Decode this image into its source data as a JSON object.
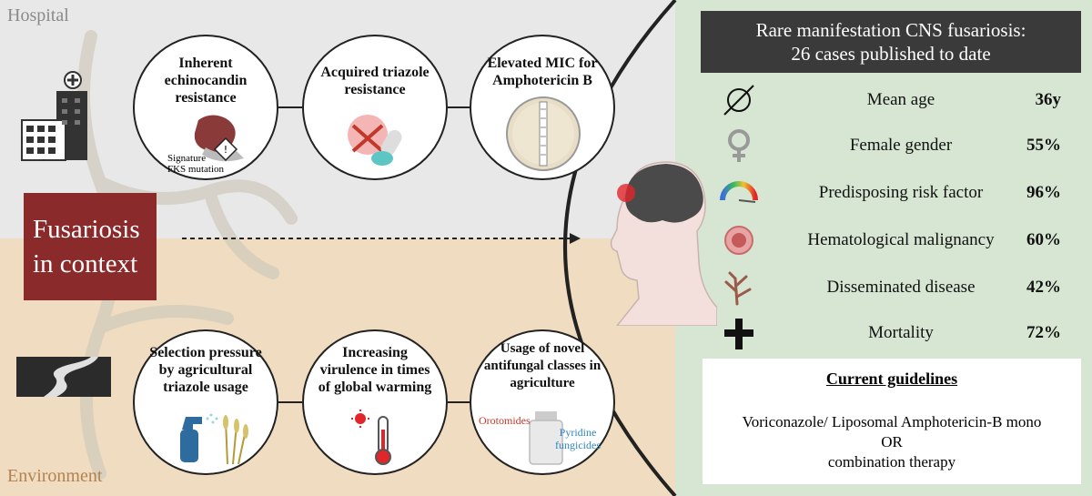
{
  "zones": {
    "hospital": "Hospital",
    "environment": "Environment"
  },
  "context_box": {
    "line1": "Fusariosis",
    "line2": "in context"
  },
  "hospital_circles": [
    {
      "text": "Inherent echinocandin resistance",
      "sub": [
        "Signature",
        "FKS mutation"
      ]
    },
    {
      "text": "Acquired triazole resistance"
    },
    {
      "text": "Elevated MIC for Amphotericin B"
    }
  ],
  "environment_circles": [
    {
      "text": "Selection pressure by agricultural triazole usage"
    },
    {
      "text": "Increasing virulence in times of global warming"
    },
    {
      "text": "Usage of novel antifungal classes in agriculture",
      "sub_left": "Orotomides",
      "sub_right": [
        "Pyridine",
        "fungicides"
      ]
    }
  ],
  "panel": {
    "title_lines": [
      "Rare manifestation CNS fusariosis:",
      "26 cases published to date"
    ],
    "stats": [
      {
        "label": "Mean age",
        "value": "36y",
        "icon": "diameter-icon"
      },
      {
        "label": "Female gender",
        "value": "55%",
        "icon": "female-symbol-icon"
      },
      {
        "label": "Predisposing risk factor",
        "value": "96%",
        "icon": "gauge-icon"
      },
      {
        "label": "Hematological malignancy",
        "value": "60%",
        "icon": "blood-cell-icon"
      },
      {
        "label": "Disseminated disease",
        "value": "42%",
        "icon": "fungus-icon"
      },
      {
        "label": "Mortality",
        "value": "72%",
        "icon": "cross-icon"
      }
    ],
    "guidelines": {
      "heading": "Current guidelines",
      "line1": "Voriconazole/ Liposomal Amphotericin-B mono",
      "line2": "OR",
      "line3": "combination therapy"
    }
  },
  "colors": {
    "context_box": "#8b2a2a",
    "title_box": "#3a3a3a",
    "panel_bg": "#d7e6d2",
    "hospital_bg": "#e8e8e8",
    "environment_bg": "#f0dcc0",
    "orotomides": "#c0392b",
    "pyridine": "#2e86c1"
  }
}
